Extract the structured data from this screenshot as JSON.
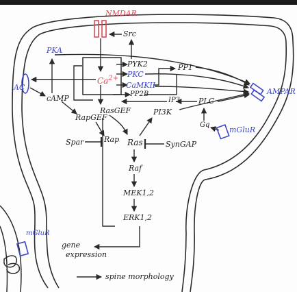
{
  "colors": {
    "ink": "#2a2a2a",
    "red": "#d94b57",
    "blue": "#3d46c8",
    "background": "#fdfdfd"
  },
  "labels": {
    "nmdar": "NMDAR",
    "src": "Src",
    "pka": "PKA",
    "ac": "AC",
    "camp": "cAMP",
    "ca": "Ca",
    "ca_sup": "2+",
    "pyk2": "PYK2",
    "pkc": "PKC",
    "camkii": "CaMKII",
    "pp2b": "PP2B",
    "pp1": "PP1",
    "ampar": "AMPAR",
    "ip3": "IP3",
    "plc": "PLC",
    "gq": "Gq",
    "mglur": "mGluR",
    "rasgef": "RasGEF",
    "rapgef": "RapGEF",
    "pi3k": "PI3K",
    "spar": "Spar",
    "rap": "Rap",
    "ras": "Ras",
    "syngap": "SynGAP",
    "raf": "Raf",
    "mek": "MEK1,2",
    "erk": "ERK1,2",
    "gene_expression_1": "gene",
    "gene_expression_2": "expression",
    "spine_morphology": "spine morphology",
    "mglur_left": "mGluR"
  }
}
